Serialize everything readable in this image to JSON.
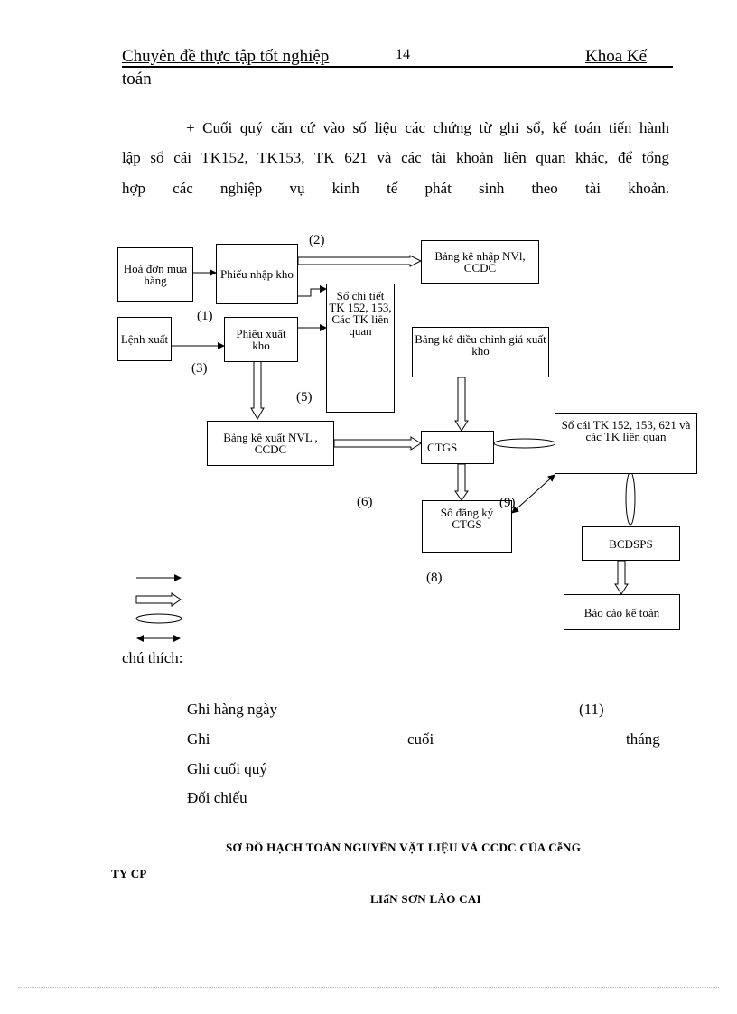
{
  "header": {
    "left": "Chuyên đề thực tập tốt nghiệp",
    "page_number": "14",
    "right": "Khoa Kế",
    "continuation": "toán"
  },
  "paragraph": {
    "line1": "+ Cuối quý căn cứ vào số liệu các chứng từ ghi sổ, kế toán tiến hành",
    "line2": "lập sổ cái TK152, TK153, TK 621 và các tài khoản liên quan khác, để tổng",
    "line3": "hợp các nghiệp vụ kinh tế phát sinh theo tài khoản."
  },
  "diagram": {
    "boxes": {
      "hoa_don": "Hoá đơn mua hàng",
      "phieu_nhap": "Phiếu nhập kho",
      "bang_ke_nhap": "Bảng kê nhập NVl, CCDC",
      "so_chi_tiet": "Sổ chi tiết TK 152, 153, Các TK liên quan",
      "lenh_xuat": "Lệnh xuất",
      "phieu_xuat": "Phiếu xuất kho",
      "bang_ke_dieu_chinh": "Bảng kê điều chỉnh giá xuất kho",
      "bang_ke_xuat": "Bảng kê xuất NVL , CCDC",
      "ctgs": "CTGS",
      "so_cai": "Sổ cái TK 152, 153, 621 và các TK liên quan",
      "so_dang_ky": "Sổ đăng ký CTGS",
      "bcdsps": "BCĐSPS",
      "bao_cao": "Báo cáo kế toán"
    },
    "labels": {
      "n1": "(1)",
      "n2": "(2)",
      "n3": "(3)",
      "n5": "(5)",
      "n6": "(6)",
      "n8": "(8)",
      "n9": "(9)",
      "n11": "(11)"
    }
  },
  "legend": {
    "heading": "chú thích:",
    "daily": "Ghi hàng ngày",
    "month_1": "Ghi",
    "month_2": "cuối",
    "month_3": "tháng",
    "quarter": "Ghi cuối quý",
    "reconcile": "Đối chiếu"
  },
  "caption": {
    "line1": "SƠ ĐỒ HẠCH TOÁN NGUYÊN VẬT LIỆU VÀ CCDC CỦA CễNG",
    "line2": "TY CP",
    "line3": "LIấN SƠN LÀO CAI"
  }
}
